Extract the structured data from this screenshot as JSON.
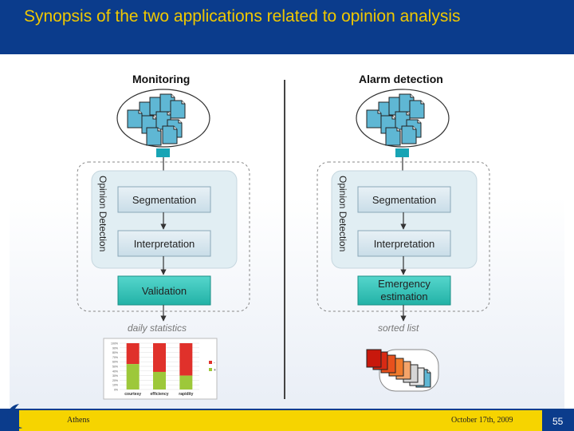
{
  "title": "Synopsis of the two applications related to opinion analysis",
  "columns": {
    "left": {
      "heading": "Monitoring",
      "group_label": "Opinion Detection",
      "steps": [
        "Segmentation",
        "Interpretation"
      ],
      "final_step": "Validation",
      "output_label": "daily statistics"
    },
    "right": {
      "heading": "Alarm detection",
      "group_label": "Opinion Detection",
      "steps": [
        "Segmentation",
        "Interpretation"
      ],
      "final_step": "Emergency estimation",
      "output_label": "sorted list"
    }
  },
  "mini_chart": {
    "categories": [
      "courtesy",
      "efficiency",
      "rapidity"
    ],
    "y_ticks": [
      "100%",
      "90%",
      "80%",
      "70%",
      "60%",
      "50%",
      "40%",
      "30%",
      "20%",
      "10%",
      "0%"
    ],
    "legend": [
      "-",
      "+"
    ],
    "values_positive": [
      0.55,
      0.38,
      0.3
    ],
    "colors": {
      "negative": "#e0312b",
      "positive": "#9dc83a"
    }
  },
  "footer": {
    "location": "Athens",
    "date": "October 17th, 2009",
    "page": "55"
  },
  "colors": {
    "title_bar": "#0b3c8c",
    "title_text": "#f0c800",
    "footer_yellow": "#f6d400",
    "step_box": "#d6e6ef",
    "final_box": "#35c3b8",
    "group_panel": "#e1eef3"
  }
}
